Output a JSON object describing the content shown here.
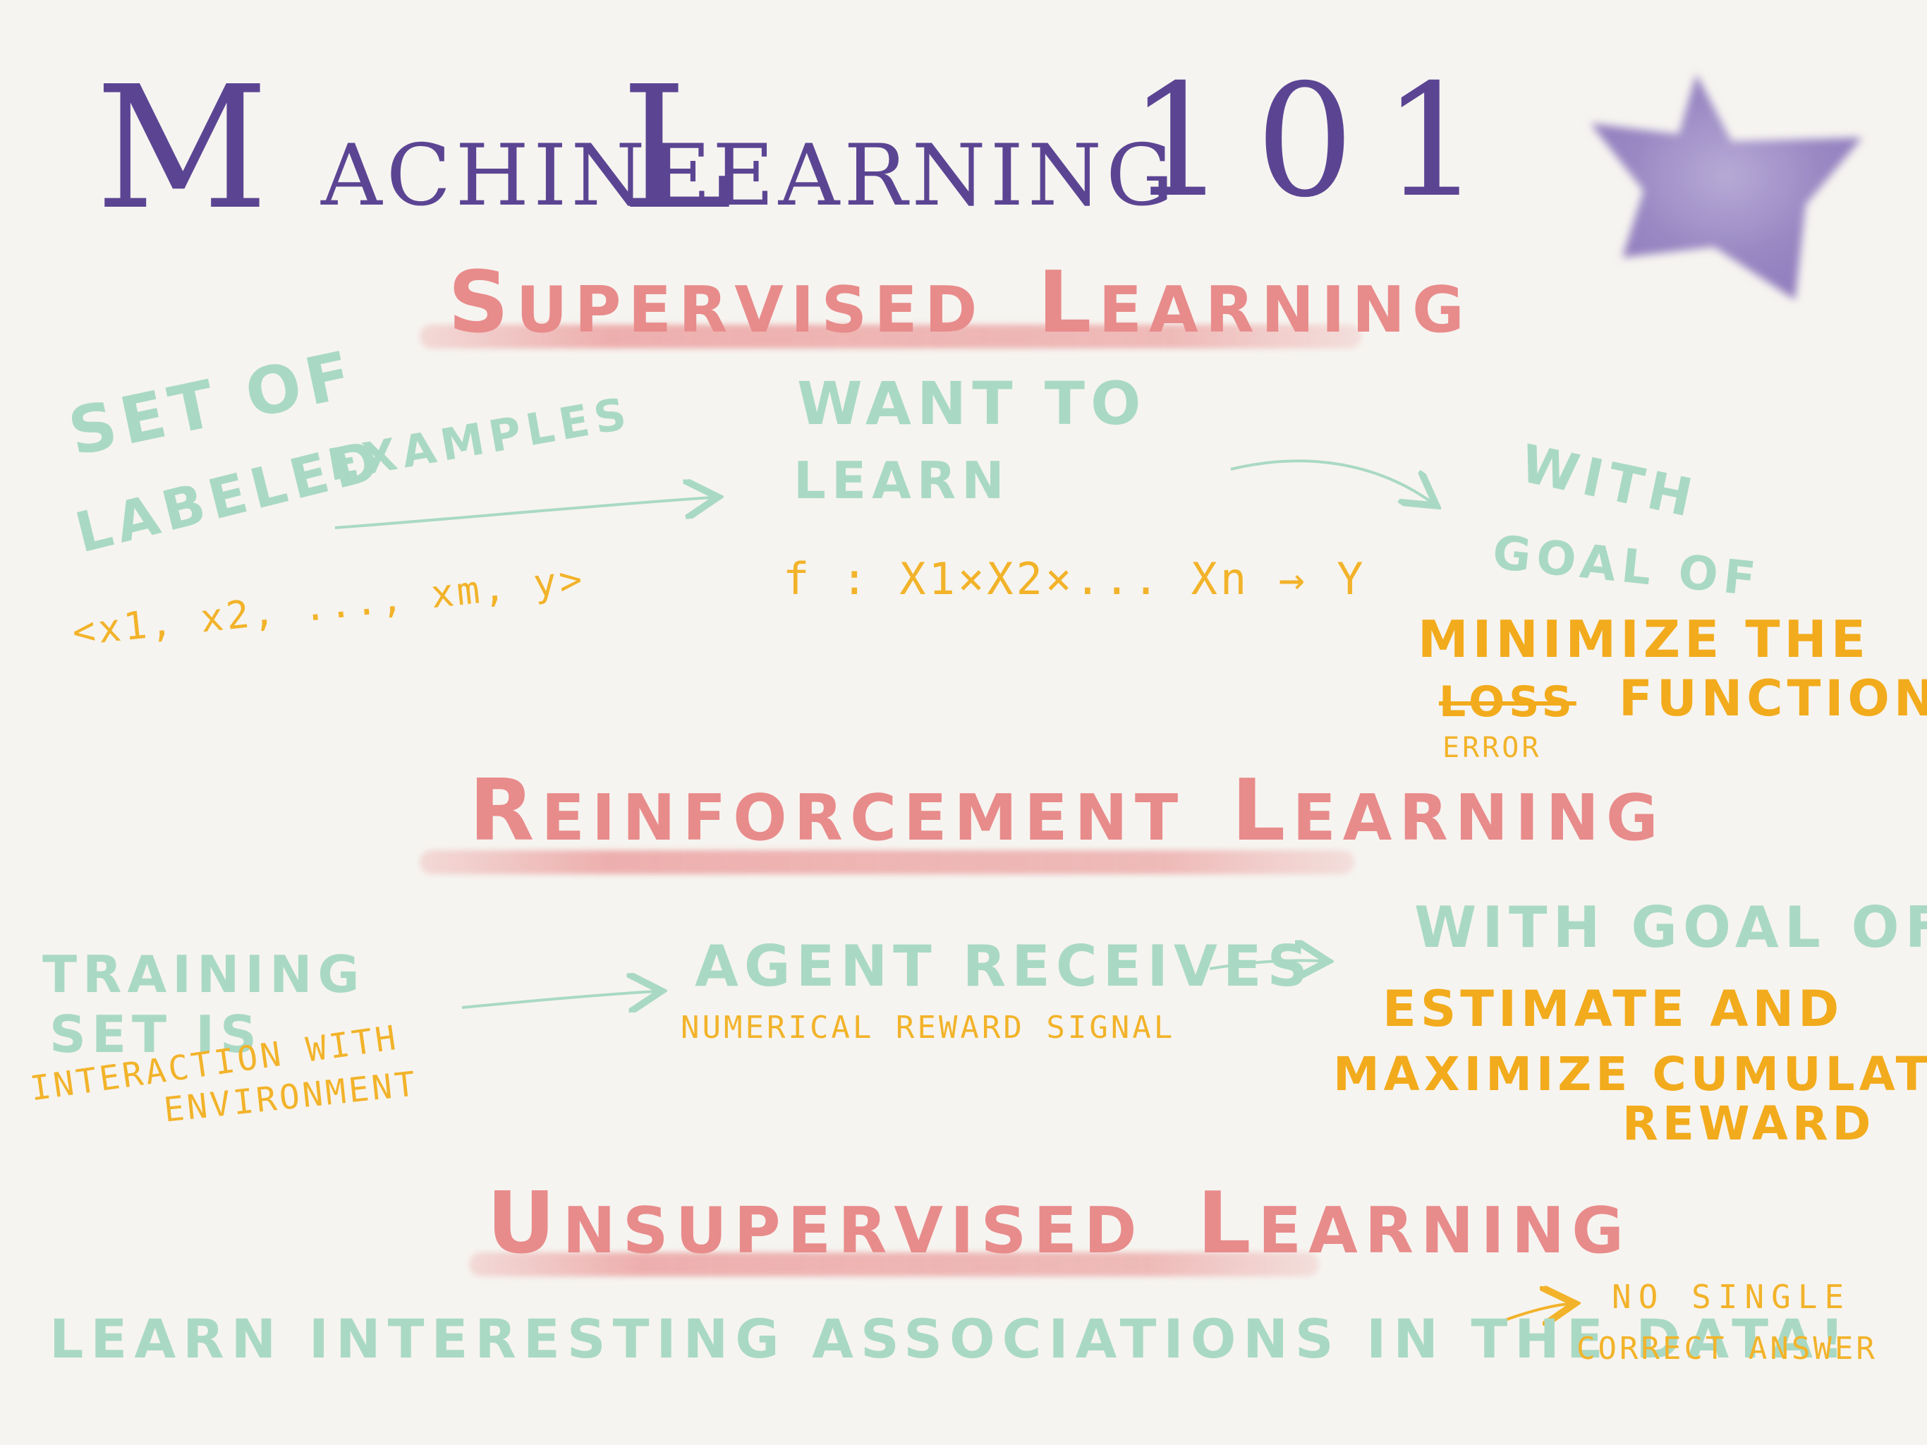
{
  "title": {
    "machine_initial": "M",
    "machine_rest": "achine",
    "learning_initial": "L",
    "learning_rest": "earning",
    "number": "101"
  },
  "supervised": {
    "heading_initial": "S",
    "heading_rest": "upervised",
    "heading_initial2": "L",
    "heading_rest2": "earning",
    "set_of_line1": "Set of",
    "set_of_line2": "Labeled",
    "set_of_line3": "examples",
    "tuple": "<x1, x2, ..., xm, y>",
    "want_line1": "Want to",
    "want_line2": "learn",
    "function": "f : X1×X2×... Xn → Y",
    "with_line1": "With",
    "with_line2": "Goal of",
    "minimize_line1": "Minimize the",
    "loss_word": "Loss",
    "function_word": "Function",
    "error_word": "Error"
  },
  "reinforcement": {
    "heading_initial": "R",
    "heading_rest": "einforcement",
    "heading_initial2": "L",
    "heading_rest2": "earning",
    "training_line1": "Training",
    "training_line2": "set is",
    "interaction_line1": "Interaction with",
    "interaction_line2": "Environment",
    "agent": "Agent receives",
    "reward_signal": "Numerical reward signal",
    "with_goal": "With Goal of",
    "estimate_line1": "Estimate and",
    "estimate_line2": "Maximize cumulative",
    "estimate_line3": "Reward"
  },
  "unsupervised": {
    "heading_initial": "U",
    "heading_rest": "nsupervised",
    "heading_initial2": "L",
    "heading_rest2": "earning",
    "learn": "Learn interesting associations in the data!",
    "no_single": "No single",
    "correct_answer": "correct answer"
  },
  "colors": {
    "background": "#f6f4f0",
    "title_purple": "#5b4593",
    "heading_pink": "#e88b8b",
    "mint": "#a9d9c4",
    "orange": "#f2b32a",
    "star": "#9b87c4"
  },
  "decorations": {
    "star_icon": "star-icon",
    "arrow_icon": "arrow-right-icon"
  }
}
